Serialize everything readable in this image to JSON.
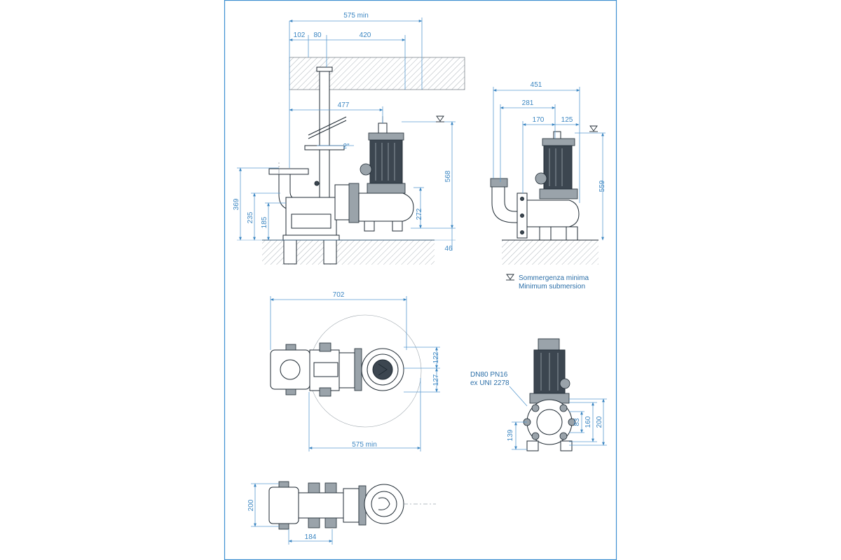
{
  "side_view": {
    "dims": {
      "d575_min": "575 min",
      "d102": "102",
      "d80": "80",
      "d420": "420",
      "d477": "477",
      "d2in": "2\"",
      "d568": "568",
      "d369": "369",
      "d235": "235",
      "d185": "185",
      "d272": "272",
      "d46": "46"
    }
  },
  "front_view": {
    "dims": {
      "d451": "451",
      "d281": "281",
      "d170": "170",
      "d125": "125",
      "d559": "559"
    }
  },
  "legend": {
    "line1": "Sommergenza minima",
    "line2": "Minimum submersion"
  },
  "plan_view": {
    "dims": {
      "d702": "702",
      "d122": "122",
      "d127": "127",
      "d575_min": "575 min"
    }
  },
  "flange_view": {
    "label_line1": "DN80 PN16",
    "label_line2": "ex UNI 2278",
    "dims": {
      "d139": "139",
      "d83": "83",
      "d160": "160",
      "d200": "200"
    }
  },
  "bottom_view": {
    "dims": {
      "d200": "200",
      "d184": "184"
    }
  },
  "colors": {
    "border": "#3d8fd1",
    "dimension": "#3b86c2",
    "outline": "#1f2a33"
  }
}
